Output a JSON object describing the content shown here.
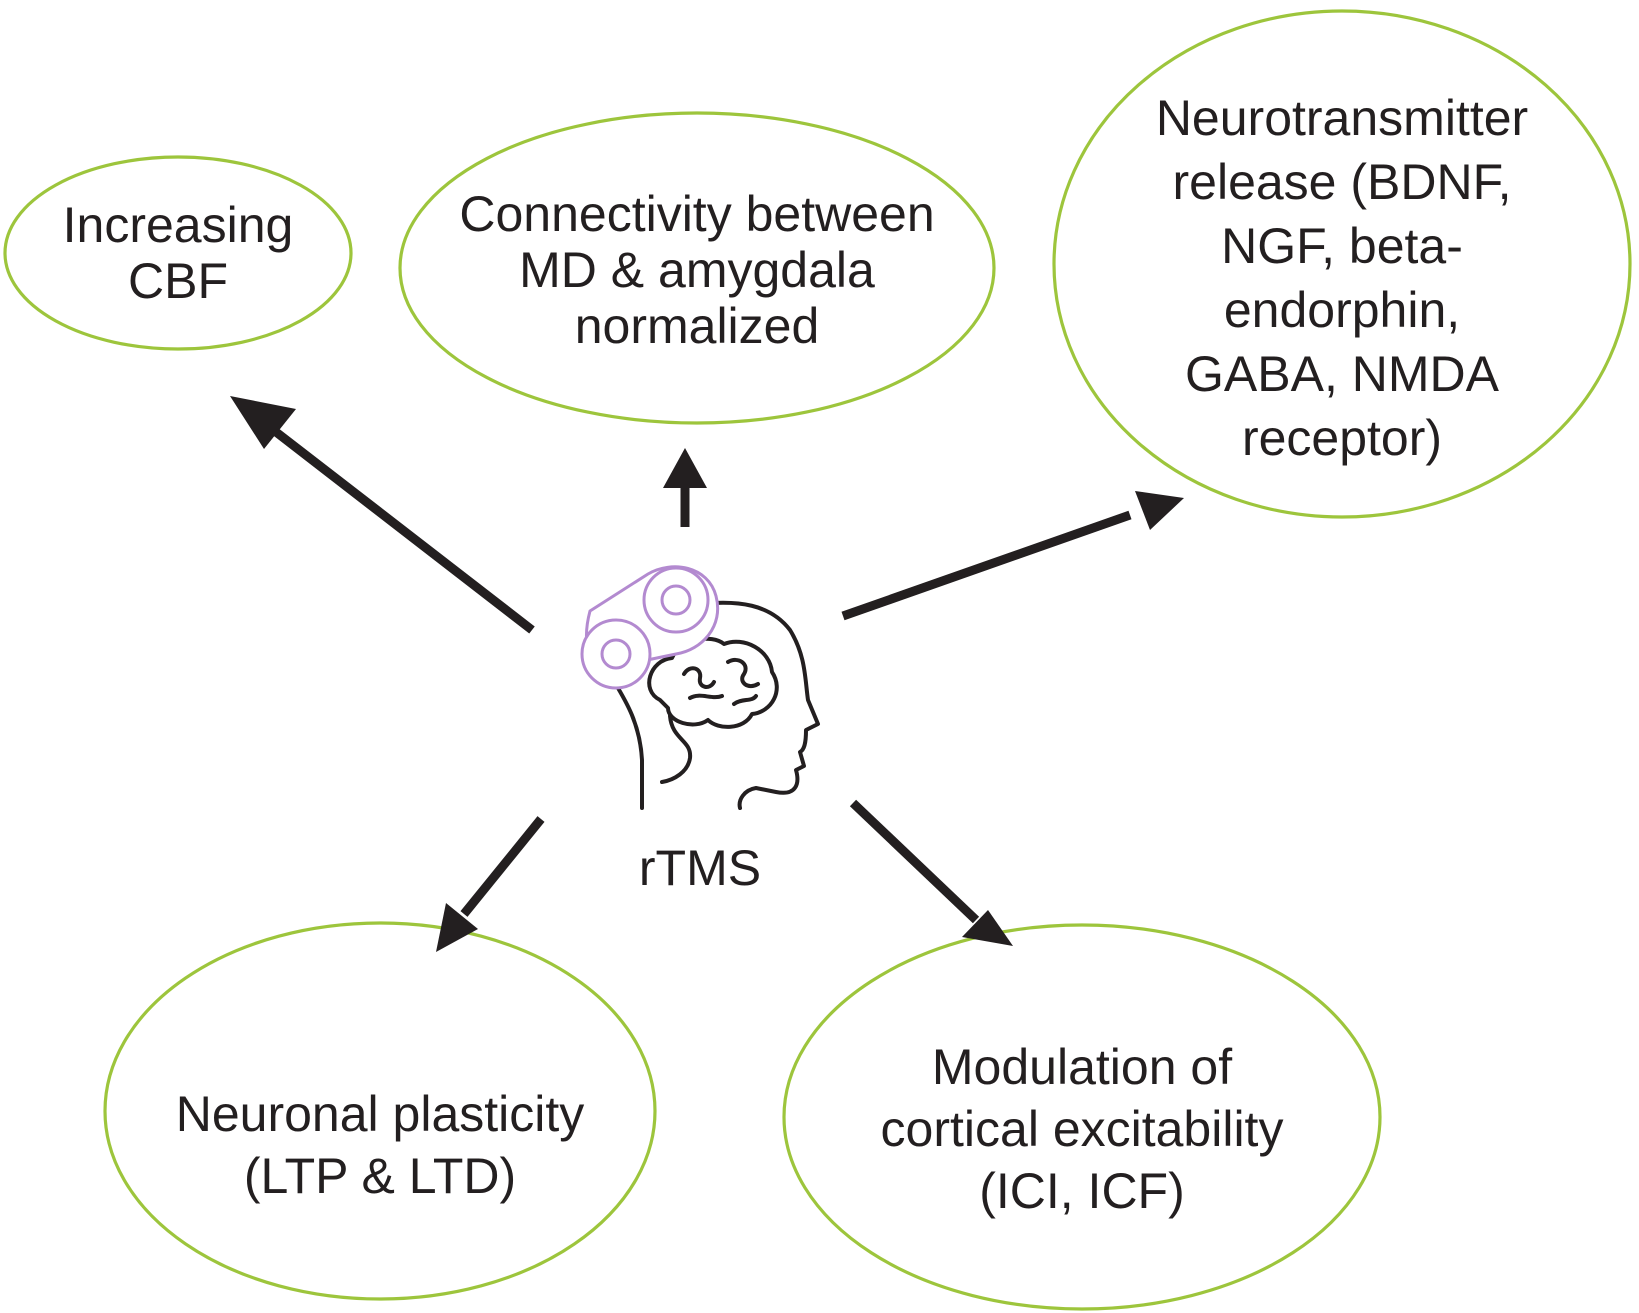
{
  "colors": {
    "ellipse_stroke": "#9dc53c",
    "arrow": "#231f20",
    "text": "#231f20",
    "coil": "#b38ad0"
  },
  "center": {
    "label": "rTMS",
    "icon": "head-with-brain-and-tms-coil-icon"
  },
  "nodes": [
    {
      "id": "cbf",
      "lines": [
        "Increasing",
        "CBF"
      ]
    },
    {
      "id": "connectivity",
      "lines": [
        "Connectivity between",
        "MD & amygdala",
        "normalized"
      ]
    },
    {
      "id": "neurotransmitter",
      "lines": [
        "Neurotransmitter",
        "release (BDNF,",
        "NGF, beta-",
        "endorphin,",
        "GABA, NMDA",
        "receptor)"
      ]
    },
    {
      "id": "plasticity",
      "lines": [
        "Neuronal plasticity",
        "(LTP & LTD)"
      ]
    },
    {
      "id": "excitability",
      "lines": [
        "Modulation of",
        "cortical excitability",
        "(ICI, ICF)"
      ]
    }
  ]
}
